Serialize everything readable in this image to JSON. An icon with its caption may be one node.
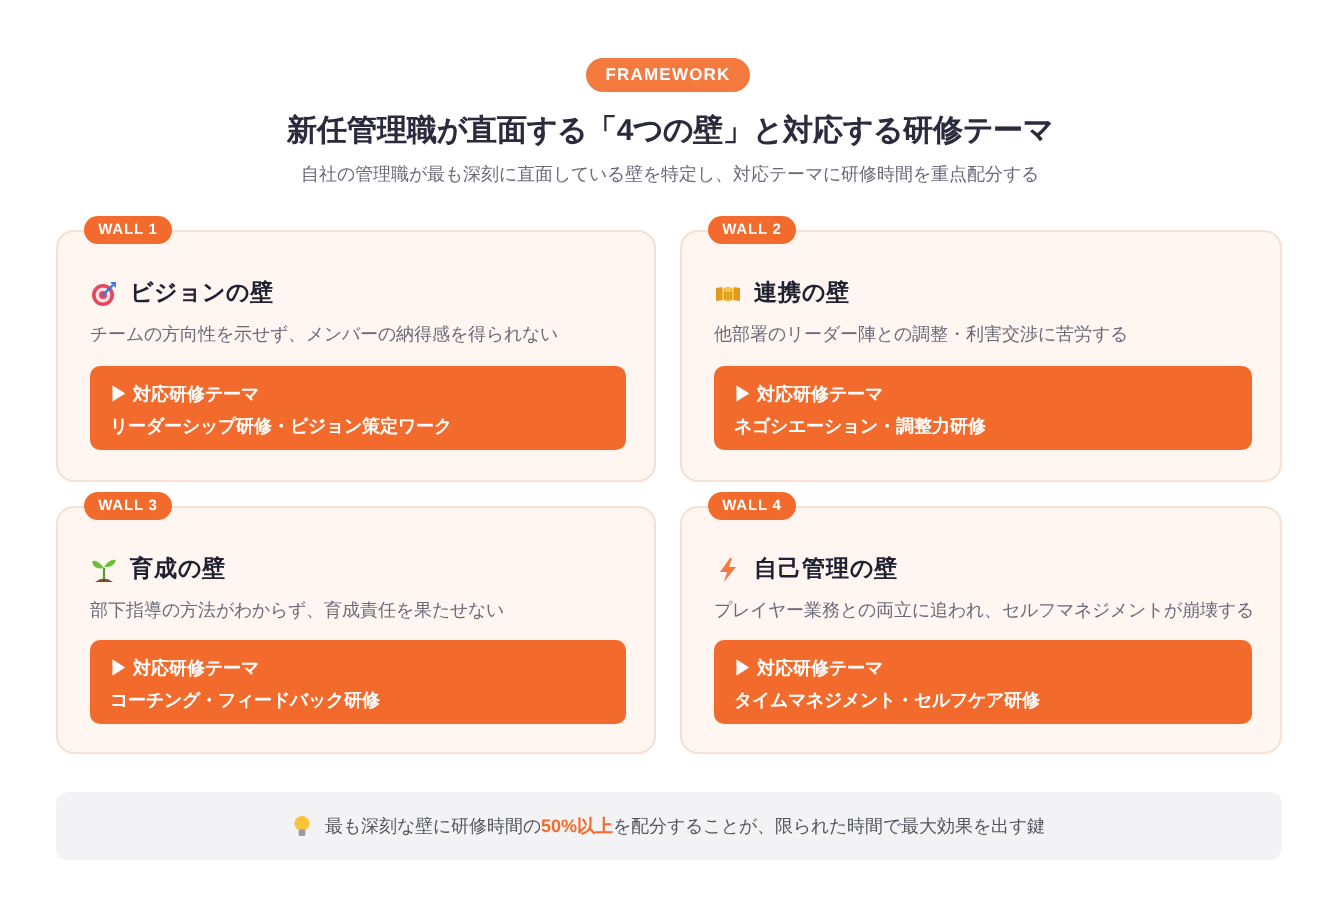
{
  "diagram": {
    "title": "新任管理職が直面する「4つの壁」と対応する研修テーマ",
    "nodes": [
      {
        "text": [
          "FRAMEWORK"
        ]
      },
      {
        "text": [
          "WALL 1"
        ]
      },
      {
        "text": [
          "ビジョンの壁",
          "チームの方向性を示せず、メンバーの納得感を得られない"
        ]
      },
      {
        "text": [
          "▶ 対応研修テーマ",
          "リーダーシップ研修・ビジョン策定ワーク"
        ],
        "in": 2
      },
      {
        "text": [
          "WALL 2"
        ]
      },
      {
        "text": [
          "連携の壁",
          "他部署のリーダー陣との調整・利害交渉に苦労する"
        ]
      },
      {
        "text": [
          "▶ 対応研修テーマ",
          "ネゴシエーション・調整力研修"
        ],
        "in": 5
      },
      {
        "text": [
          "WALL 3"
        ]
      },
      {
        "text": [
          "育成の壁",
          "部下指導の方法がわからず、育成責任を果たせない"
        ]
      },
      {
        "text": [
          "▶ 対応研修テーマ",
          "コーチング・フィードバック研修"
        ],
        "in": 8
      },
      {
        "text": [
          "WALL 4"
        ]
      },
      {
        "text": [
          "自己管理の壁",
          "プレイヤー業務との両立に追われ、セルフマネジメントが崩壊する"
        ]
      },
      {
        "text": [
          "▶ 対応研修テーマ",
          "タイムマネジメント・セルフケア研修"
        ],
        "in": 11
      },
      {
        "text": [
          "最も深刻な壁に研修時間の**50%以上**を配分することが、限られた時間で最大効果を出す鍵"
        ]
      }
    ],
    "labels": [
      "自社の管理職が最も深刻に直面している壁を特定し、対応テーマに研修時間を重点配分する"
    ]
  }
}
